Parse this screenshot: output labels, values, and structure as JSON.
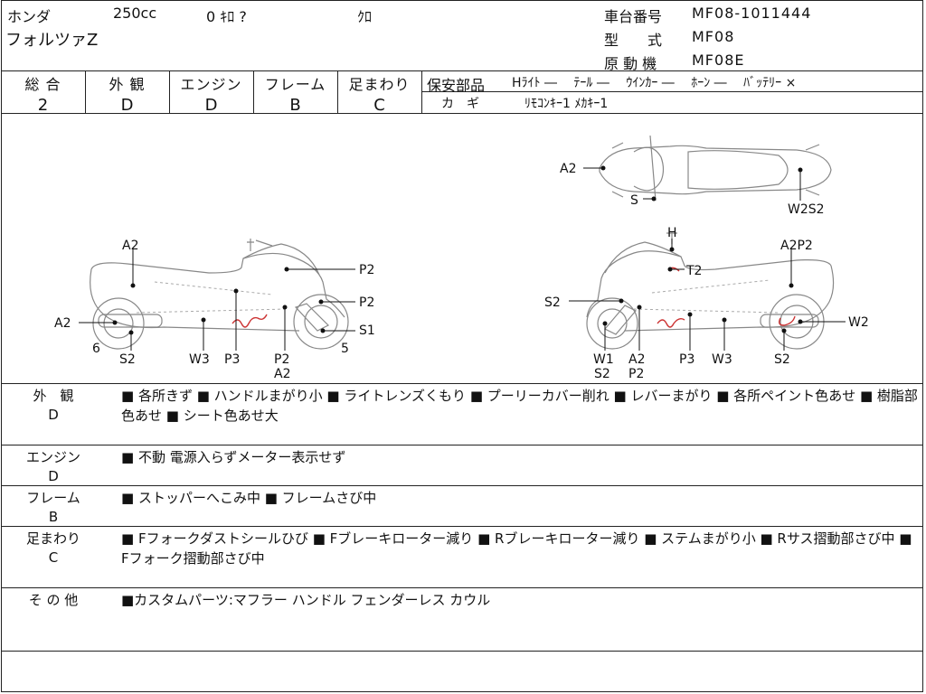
{
  "header": {
    "maker": "ホンダ",
    "displacement": "250cc",
    "mileage": "0 ｷﾛ ?",
    "color": "ｸﾛ",
    "model_name": "フォルツァZ",
    "frame_no_label": "車台番号",
    "frame_no": "MF08-1011444",
    "type_label": "型　　式",
    "type": "MF08",
    "engine_label": "原 動 機",
    "engine": "MF08E"
  },
  "grades": [
    {
      "label": "総 合",
      "value": "2"
    },
    {
      "label": "外 観",
      "value": "D"
    },
    {
      "label": "エンジン",
      "value": "D"
    },
    {
      "label": "フレーム",
      "value": "B"
    },
    {
      "label": "足まわり",
      "value": "C"
    }
  ],
  "safety": {
    "label": "保安部品",
    "items": "Hﾗｲﾄ ―　 ﾃｰﾙ ―　 ｳｲﾝｶｰ ―　 ﾎｰﾝ ―　 ﾊﾞｯﾃﾘｰ ×",
    "key_label": "カ　ギ",
    "key_items": "ﾘﾓｺﾝｷｰ1 ﾒｶｷｰ1"
  },
  "diagram_labels": {
    "top_a2": "A2",
    "top_s": "S",
    "top_w2s2": "W2S2",
    "l_a2_top": "A2",
    "l_p2_a": "P2",
    "l_p2_b": "P2",
    "l_a2_left": "A2",
    "l_s1": "S1",
    "l_6": "6",
    "l_5": "5",
    "l_s2": "S2",
    "l_w3": "W3",
    "l_p3": "P3",
    "l_p2_c": "P2",
    "l_a2_bot": "A2",
    "r_h": "H",
    "r_t2": "T2",
    "r_a2p2": "A2P2",
    "r_s2_left": "S2",
    "r_w2": "W2",
    "r_w1": "W1",
    "r_s2_b": "S2",
    "r_a2": "A2",
    "r_p2": "P2",
    "r_p3": "P3",
    "r_w3": "W3",
    "r_s2_c": "S2"
  },
  "sections": [
    {
      "title": "外　観",
      "grade": "D",
      "text": "■ 各所きず ■ ハンドルまがり小 ■ ライトレンズくもり ■ プーリーカバー削れ ■ レバーまがり ■ 各所ペイント色あせ ■ 樹脂部色あせ ■ シート色あせ大"
    },
    {
      "title": "エンジン",
      "grade": "D",
      "text": "■ 不動 電源入らずメーター表示せず"
    },
    {
      "title": "フレーム",
      "grade": "B",
      "text": "■ ストッパーへこみ中 ■ フレームさび中"
    },
    {
      "title": "足まわり",
      "grade": "C",
      "text": "■ Fフォークダストシールひび ■ Fブレーキローター減り ■ Rブレーキローター減り ■ ステムまがり小 ■ Rサス摺動部さび中 ■ Fフォーク摺動部さび中"
    },
    {
      "title": "そ の 他",
      "grade": "",
      "text": "■カスタムパーツ:マフラー ハンドル フェンダーレス カウル"
    }
  ]
}
